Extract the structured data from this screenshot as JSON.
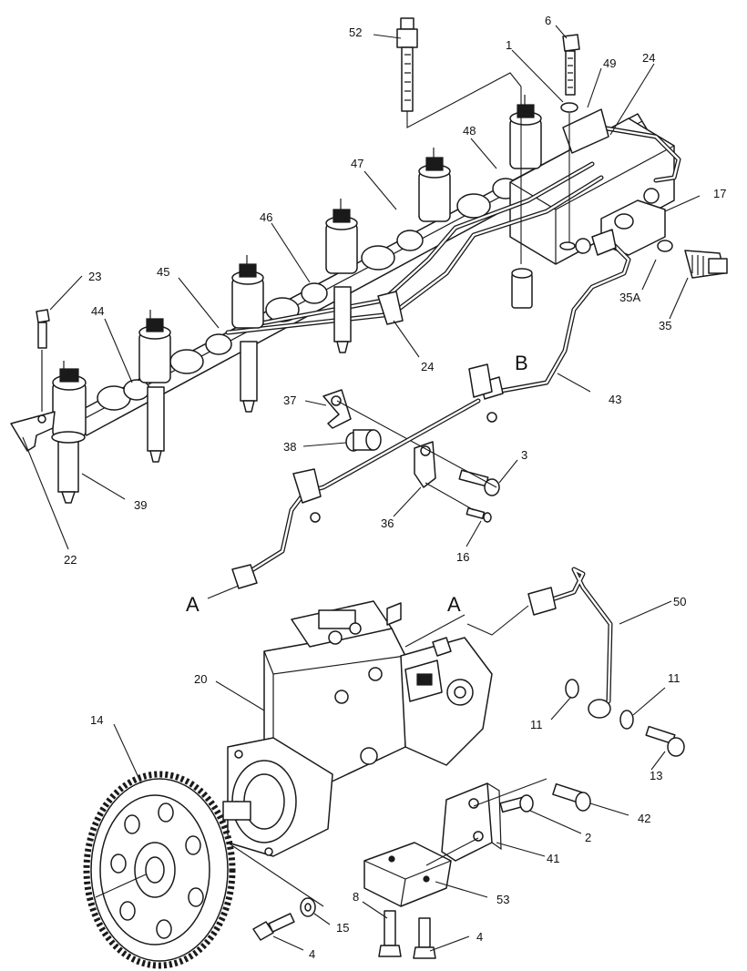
{
  "callouts": {
    "c52": "52",
    "c6": "6",
    "c1": "1",
    "c49": "49",
    "c24a": "24",
    "c17": "17",
    "c48": "48",
    "c47": "47",
    "c46": "46",
    "c45": "45",
    "c44": "44",
    "c23": "23",
    "c35A": "35A",
    "c35": "35",
    "c24b": "24",
    "cB": "B",
    "c43": "43",
    "c37": "37",
    "c38": "38",
    "c3": "3",
    "c39": "39",
    "c36": "36",
    "c16": "16",
    "c22": "22",
    "cA1": "A",
    "cA2": "A",
    "c50": "50",
    "c20": "20",
    "c14": "14",
    "c11a": "11",
    "c11b": "11",
    "c13": "13",
    "c42": "42",
    "c2": "2",
    "c41": "41",
    "c8": "8",
    "c53": "53",
    "c15": "15",
    "c4a": "4",
    "c4b": "4"
  }
}
